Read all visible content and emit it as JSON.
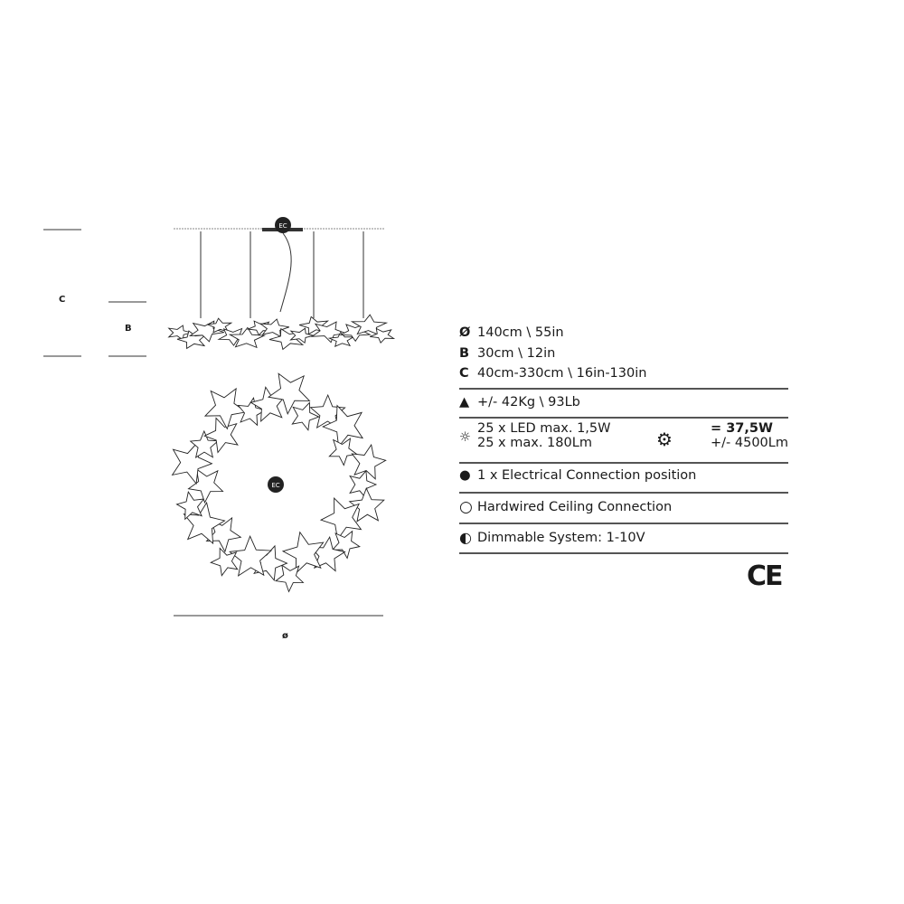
{
  "dimension_labels": {
    "c": "C",
    "b": "B",
    "diameter": "ø",
    "ec_badge": "EC"
  },
  "specs": {
    "diameter": {
      "key": "Ø",
      "value": "140cm \\ 55in"
    },
    "b": {
      "key": "B",
      "value": "30cm \\ 12in"
    },
    "c": {
      "key": "C",
      "value": "40cm-330cm \\ 16in-130in"
    },
    "weight": "+/- 42Kg \\ 93Lb",
    "led_line1": "25 x LED max. 1,5W",
    "led_line2": "25 x max. 180Lm",
    "total_power": "= 37,5W",
    "total_lumen": "+/- 4500Lm",
    "electrical": "1 x Electrical Connection position",
    "hardwired": "Hardwired Ceiling Connection",
    "dimmable": "Dimmable System: 1-10V"
  },
  "ce_mark": "CE"
}
